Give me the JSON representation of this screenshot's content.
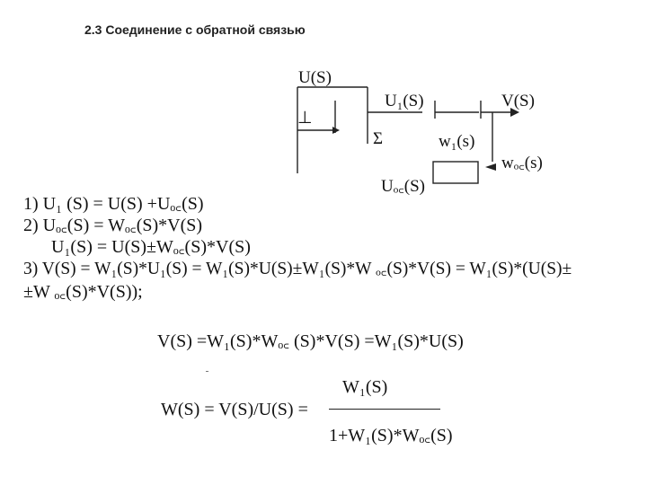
{
  "title": "2.3 Соединение  с  обратной  связью",
  "diagram": {
    "input": "U(S)",
    "perp": "⊥",
    "sum": "Σ",
    "u1": "U₁(S)",
    "output": "V(S)",
    "forward_block": "w₁(s)",
    "feedback_block": "wₒ꜀(s)",
    "feedback_signal": "Uₒ꜀(S)"
  },
  "equations": {
    "eq1": "1)  U₁ (S) = U(S) +Uₒ꜀(S)",
    "eq2": "2)  Uₒ꜀(S) = Wₒ꜀(S)*V(S)",
    "eq2b": "U₁(S) = U(S)±Wₒ꜀(S)*V(S)",
    "eq3": "3)  V(S) = W₁(S)*U₁(S) = W₁(S)*U(S)±W₁(S)*W ₒ꜀(S)*V(S) = W₁(S)*(U(S)±",
    "eq3b": "±W ₒ꜀(S)*V(S));"
  },
  "middle_equation": "V(S) =W₁(S)*Wₒ꜀ (S)*V(S) =W₁(S)*U(S)",
  "transfer": {
    "lhs": "W(S) = V(S)/U(S) =",
    "numerator": "W₁(S)",
    "denominator": "1+W₁(S)*Wₒ꜀(S)"
  }
}
